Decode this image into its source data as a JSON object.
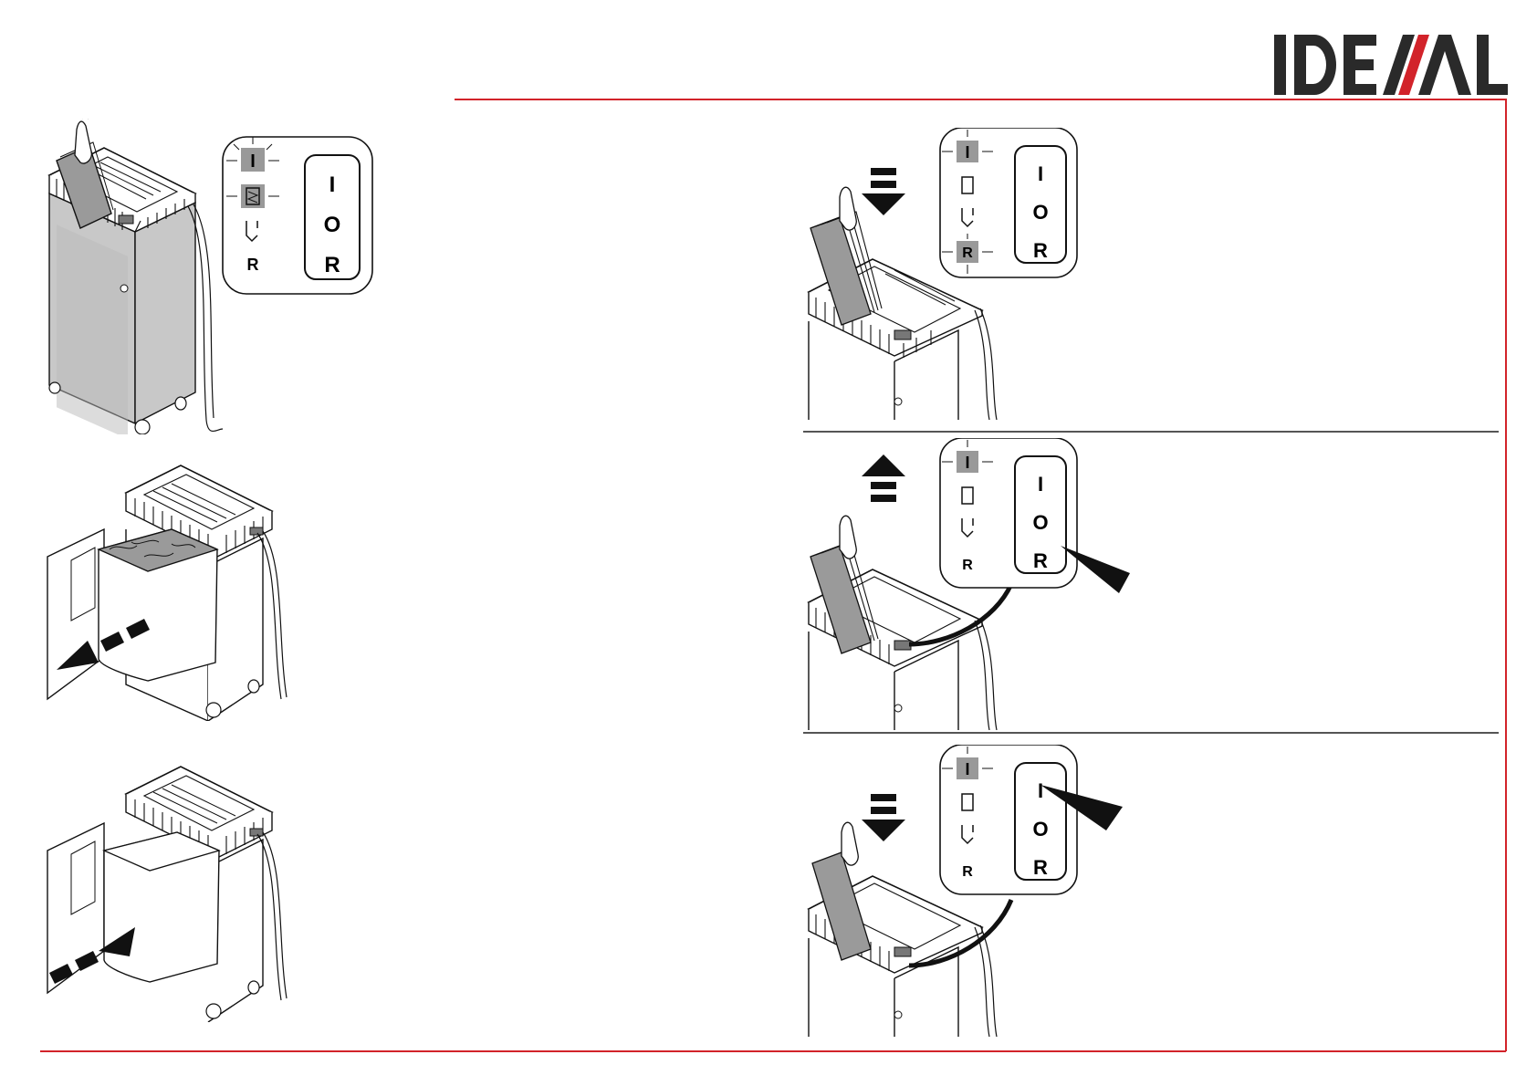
{
  "brand": {
    "logo_text": "IDEAL",
    "logo_color": "#2a2a2a",
    "accent_color": "#d2232a"
  },
  "control_panel": {
    "labels": {
      "on": "I",
      "off": "O",
      "reverse": "R"
    },
    "indicator_reverse_label": "R"
  },
  "illustrations": [
    {
      "name": "feed-paper-full-bin",
      "indicators_lit": [
        "on",
        "bin-full"
      ]
    },
    {
      "name": "remove-waste-bag",
      "indicators_lit": []
    },
    {
      "name": "insert-empty-bag",
      "indicators_lit": []
    },
    {
      "name": "paper-overload-jam",
      "indicators_lit": [
        "on",
        "reverse"
      ]
    },
    {
      "name": "press-reverse-remove-paper",
      "indicators_lit": [
        "on"
      ]
    },
    {
      "name": "press-on-refeed-paper",
      "indicators_lit": [
        "on"
      ]
    }
  ]
}
